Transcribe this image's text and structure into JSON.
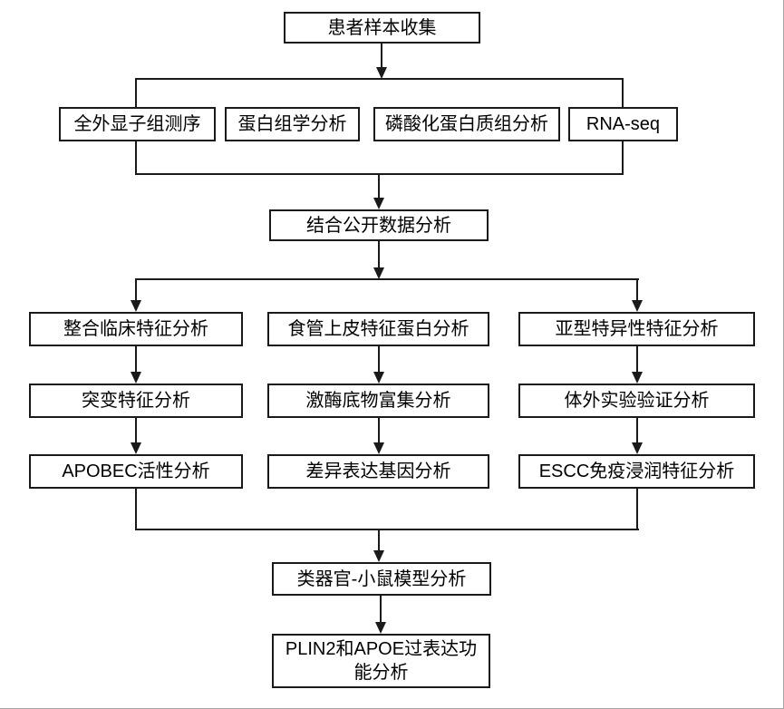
{
  "diagram": {
    "type": "flowchart",
    "nodes": {
      "patient_sample": {
        "label": "患者样本收集"
      },
      "wes": {
        "label": "全外显子组测序"
      },
      "proteomics": {
        "label": "蛋白组学分析"
      },
      "phospho": {
        "label": "磷酸化蛋白质组分析"
      },
      "rnaseq": {
        "label": "RNA-seq"
      },
      "public_data": {
        "label": "结合公开数据分析"
      },
      "clinical": {
        "label": "整合临床特征分析"
      },
      "epithelial": {
        "label": "食管上皮特征蛋白分析"
      },
      "subtype": {
        "label": "亚型特异性特征分析"
      },
      "mutation": {
        "label": "突变特征分析"
      },
      "kinase": {
        "label": "激酶底物富集分析"
      },
      "invitro": {
        "label": "体外实验验证分析"
      },
      "apobec": {
        "label": "APOBEC活性分析"
      },
      "deg": {
        "label": "差异表达基因分析"
      },
      "immune": {
        "label": "ESCC免疫浸润特征分析"
      },
      "organoid": {
        "label": "类器官-小鼠模型分析"
      },
      "overexpression": {
        "label_line1": "PLIN2和APOE过表达功",
        "label_line2": "能分析"
      }
    },
    "colors": {
      "line": "#1a1a1a",
      "box_border": "#1a1a1a",
      "box_fill": "#ffffff",
      "text": "#000000",
      "page_border": "#a6a6a6"
    }
  }
}
